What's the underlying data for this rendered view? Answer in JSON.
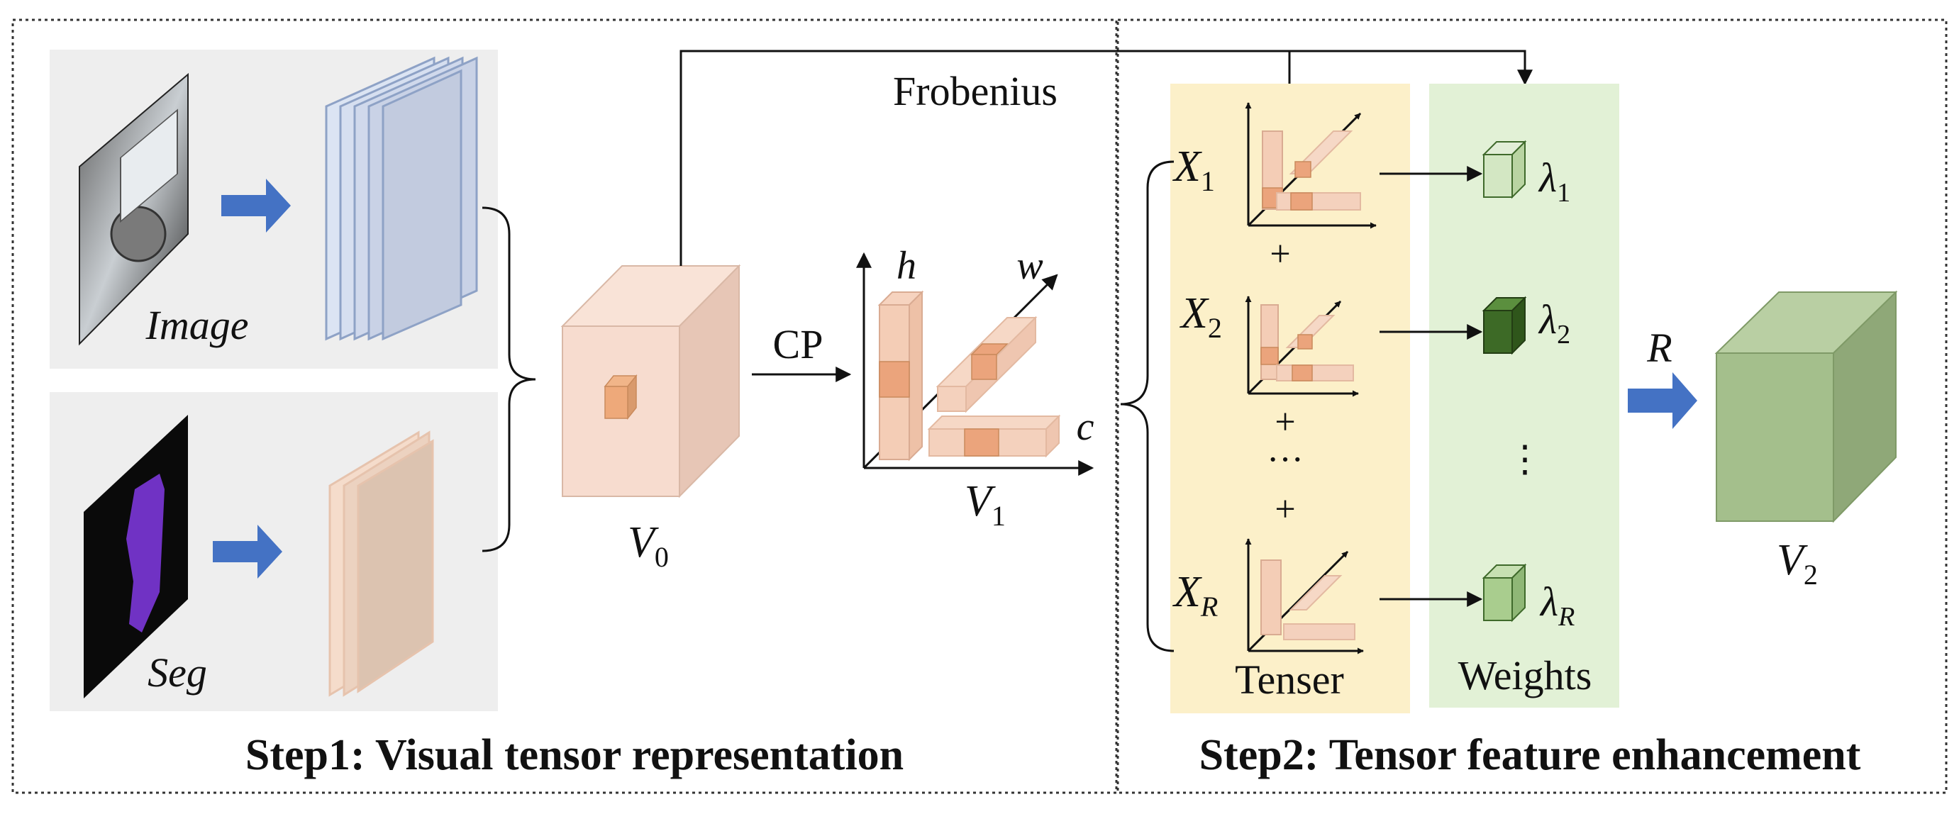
{
  "step1": {
    "title": "Step1: Visual tensor representation",
    "image_label": "Image",
    "seg_label": "Seg",
    "v0": {
      "base": "V",
      "sub": "0"
    },
    "v1": {
      "base": "V",
      "sub": "1"
    },
    "cp_label": "CP",
    "frobenius_label": "Frobenius",
    "axes": {
      "h": "h",
      "w": "w",
      "c": "c"
    }
  },
  "step2": {
    "title": "Step2: Tensor feature enhancement",
    "tenser_label": "Tenser",
    "weights_label": "Weights",
    "components": [
      {
        "x_base": "X",
        "x_sub": "1",
        "l_base": "λ",
        "l_sub": "1"
      },
      {
        "x_base": "X",
        "x_sub": "2",
        "l_base": "λ",
        "l_sub": "2"
      },
      {
        "x_base": "X",
        "x_sub": "R",
        "l_base": "λ",
        "l_sub": "R"
      }
    ],
    "plus": "+",
    "dots": "···",
    "vdots": "⋮",
    "r_label": "R",
    "v2": {
      "base": "V",
      "sub": "2"
    }
  },
  "colors": {
    "tenser_bg": "#fcf0c9",
    "weights_bg": "#e2f1d6",
    "panel_bg": "#eeeeee",
    "arrow_blue": "#4472c4",
    "peach": "#f3c3ad",
    "orange": "#e8a37a",
    "green_box": "#a4bf8c",
    "dark_green": "#3d6a26"
  }
}
